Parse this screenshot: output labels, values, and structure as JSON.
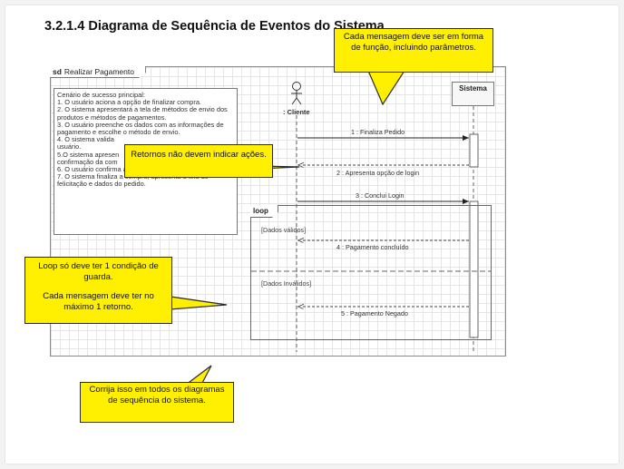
{
  "section_heading": "3.2.1.4 Diagrama de Sequência de Eventos do Sistema",
  "frame": {
    "keyword": "sd",
    "name": "Realizar Pagamento"
  },
  "scenario_lines": [
    "Cenário de sucesso principal:",
    "1. O usuário aciona a opção de finalizar compra.",
    "2. O sistema apresentará a tela de métodos de envio dos produtos e métodos de pagamentos.",
    "3. O usuário preenche os dados com as informações de pagamento e escolhe o método de envio.",
    "4. O sistema valida",
    "usuário.",
    "5.O sistema apresen",
    "confirmação da com",
    "6. O usuário confirma a compra.",
    "7. O sistema finaliza a compra, apresenta a tela de felicitação e dados do pedido."
  ],
  "lifelines": {
    "actor": ": Cliente",
    "system": "Sistema"
  },
  "messages": [
    {
      "label": "1 : Finaliza Pedido"
    },
    {
      "label": "2 : Apresenta opção de login"
    },
    {
      "label": "3 : Conclui Login"
    },
    {
      "label": "4 : Pagamento concluído"
    },
    {
      "label": "5 : Pagamento Negado"
    }
  ],
  "loop": {
    "label": "loop",
    "guard1": "[Dados válidos]",
    "guard2": "[Dados Inválidos]"
  },
  "callouts": {
    "top": "Cada mensagem deve ser em forma de função, incluindo parâmetros.",
    "returns": "Retornos não devem indicar ações.",
    "loop_line1": "Loop só deve ter 1 condição de guarda.",
    "loop_line2": "Cada mensagem deve ter no máximo 1 retorno.",
    "bottom": "Corrija isso em todos os diagramas de sequência do sistema."
  },
  "colors": {
    "callout_fill": "#ffef00",
    "callout_border": "#2b2b2b"
  }
}
